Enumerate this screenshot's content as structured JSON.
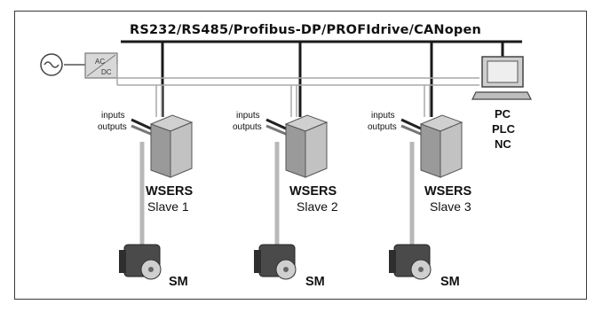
{
  "bus": {
    "label": "RS232/RS485/Profibus-DP/PROFIdrive/CANopen"
  },
  "psu": {
    "label_top": "AC",
    "label_bottom": "DC"
  },
  "host": {
    "labels": [
      "PC",
      "PLC",
      "NC"
    ]
  },
  "slaves": [
    {
      "name": "WSERS",
      "sub": "Slave 1",
      "io_in": "inputs",
      "io_out": "outputs",
      "motor": "SM"
    },
    {
      "name": "WSERS",
      "sub": "Slave 2",
      "io_in": "inputs",
      "io_out": "outputs",
      "motor": "SM"
    },
    {
      "name": "WSERS",
      "sub": "Slave 3",
      "io_in": "inputs",
      "io_out": "outputs",
      "motor": "SM"
    }
  ],
  "colors": {
    "line": "#1a1a1a",
    "power": "#c8c8c8",
    "device": "#9a9a9a",
    "device_dark": "#5e5e5e"
  }
}
